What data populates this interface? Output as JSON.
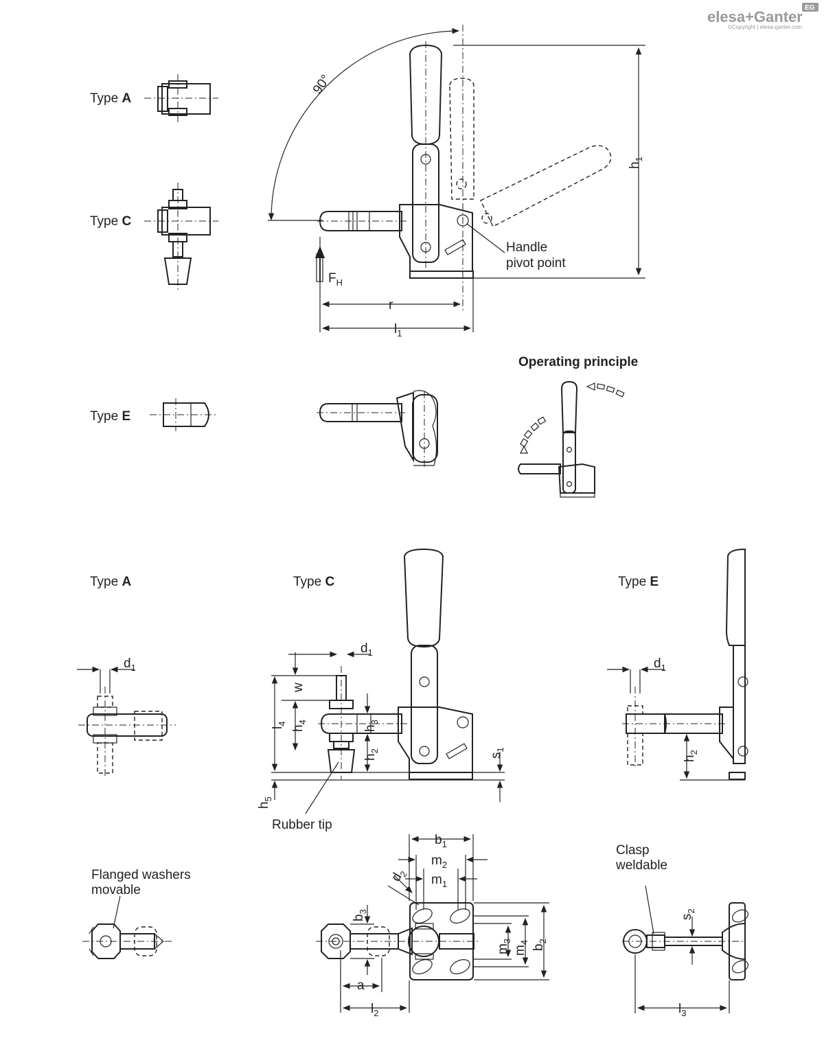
{
  "brand": {
    "name_part1": "elesa",
    "name_sep": "+",
    "name_part2": "Ganter",
    "badge": "EG",
    "copyright": "©Copyright | elesa-ganter.com"
  },
  "labels": {
    "type_a_top": {
      "prefix": "Type ",
      "letter": "A"
    },
    "type_c_top": {
      "prefix": "Type ",
      "letter": "C"
    },
    "type_e_top": {
      "prefix": "Type ",
      "letter": "E"
    },
    "type_a_mid": {
      "prefix": "Type ",
      "letter": "A"
    },
    "type_c_mid": {
      "prefix": "Type ",
      "letter": "C"
    },
    "type_e_mid": {
      "prefix": "Type ",
      "letter": "E"
    },
    "angle": "90°",
    "handle_pivot_1": "Handle",
    "handle_pivot_2": "pivot point",
    "operating_principle": "Operating principle",
    "rubber_tip": "Rubber tip",
    "flanged_1": "Flanged washers",
    "flanged_2": "movable",
    "clasp_1": "Clasp",
    "clasp_2": "weldable"
  },
  "dimensions": {
    "fh": {
      "main": "F",
      "sub": "H"
    },
    "r": {
      "main": "r",
      "sub": ""
    },
    "l1": {
      "main": "l",
      "sub": "1"
    },
    "h1": {
      "main": "h",
      "sub": "1"
    },
    "d1_a": {
      "main": "d",
      "sub": "1"
    },
    "d1_c": {
      "main": "d",
      "sub": "1"
    },
    "d1_e": {
      "main": "d",
      "sub": "1"
    },
    "w": {
      "main": "w",
      "sub": ""
    },
    "l4": {
      "main": "l",
      "sub": "4"
    },
    "h4": {
      "main": "h",
      "sub": "4"
    },
    "h3": {
      "main": "h",
      "sub": "3"
    },
    "h2_c": {
      "main": "h",
      "sub": "2"
    },
    "h2_e": {
      "main": "h",
      "sub": "2"
    },
    "h5": {
      "main": "h",
      "sub": "5"
    },
    "s1": {
      "main": "s",
      "sub": "1"
    },
    "s2": {
      "main": "s",
      "sub": "2"
    },
    "b1": {
      "main": "b",
      "sub": "1"
    },
    "b2": {
      "main": "b",
      "sub": "2"
    },
    "b3": {
      "main": "b",
      "sub": "3"
    },
    "m1": {
      "main": "m",
      "sub": "1"
    },
    "m2": {
      "main": "m",
      "sub": "2"
    },
    "m3": {
      "main": "m",
      "sub": "3"
    },
    "m4": {
      "main": "m",
      "sub": "4"
    },
    "d2": {
      "main": "d",
      "sub": "2"
    },
    "a": {
      "main": "a",
      "sub": ""
    },
    "l2": {
      "main": "l",
      "sub": "2"
    },
    "l3": {
      "main": "l",
      "sub": "3"
    }
  }
}
